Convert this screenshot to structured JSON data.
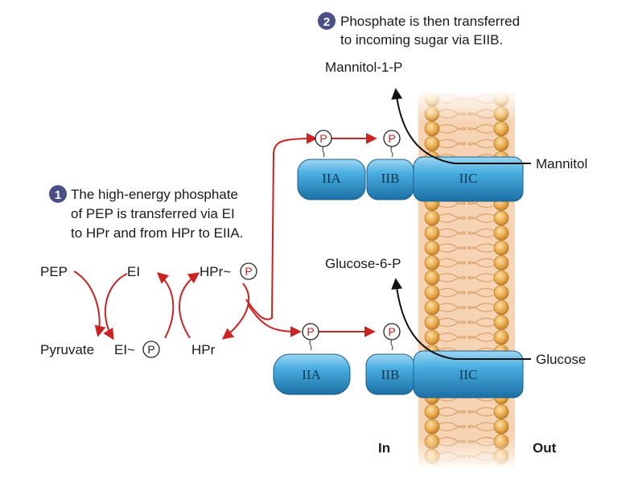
{
  "steps": [
    {
      "number": "1",
      "text_lines": [
        "The high-energy phosphate",
        "of PEP is transferred via EI",
        "to HPr and from HPr to EIIA."
      ]
    },
    {
      "number": "2",
      "text_lines": [
        "Phosphate is then transferred",
        "to incoming sugar via EIIB."
      ]
    }
  ],
  "molecules": {
    "pep": "PEP",
    "pyruvate": "Pyruvate",
    "ei": "EI",
    "ei_p": "EI~",
    "hpr": "HPr",
    "hpr_p": "HPr~",
    "mannitol": "Mannitol",
    "mannitol_1p": "Mannitol-1-P",
    "glucose": "Glucose",
    "glucose_6p": "Glucose-6-P"
  },
  "proteins": {
    "iia": "IIA",
    "iib": "IIB",
    "iic": "IIC"
  },
  "phosphate_symbol": "P",
  "sides": {
    "in": "In",
    "out": "Out"
  },
  "colors": {
    "arrow_red": "#cc2222",
    "protein_blue": "#2f93c8",
    "step_badge": "#4a4f86",
    "lipid_head": "#e3a548",
    "membrane_core": "#f4cfae"
  }
}
